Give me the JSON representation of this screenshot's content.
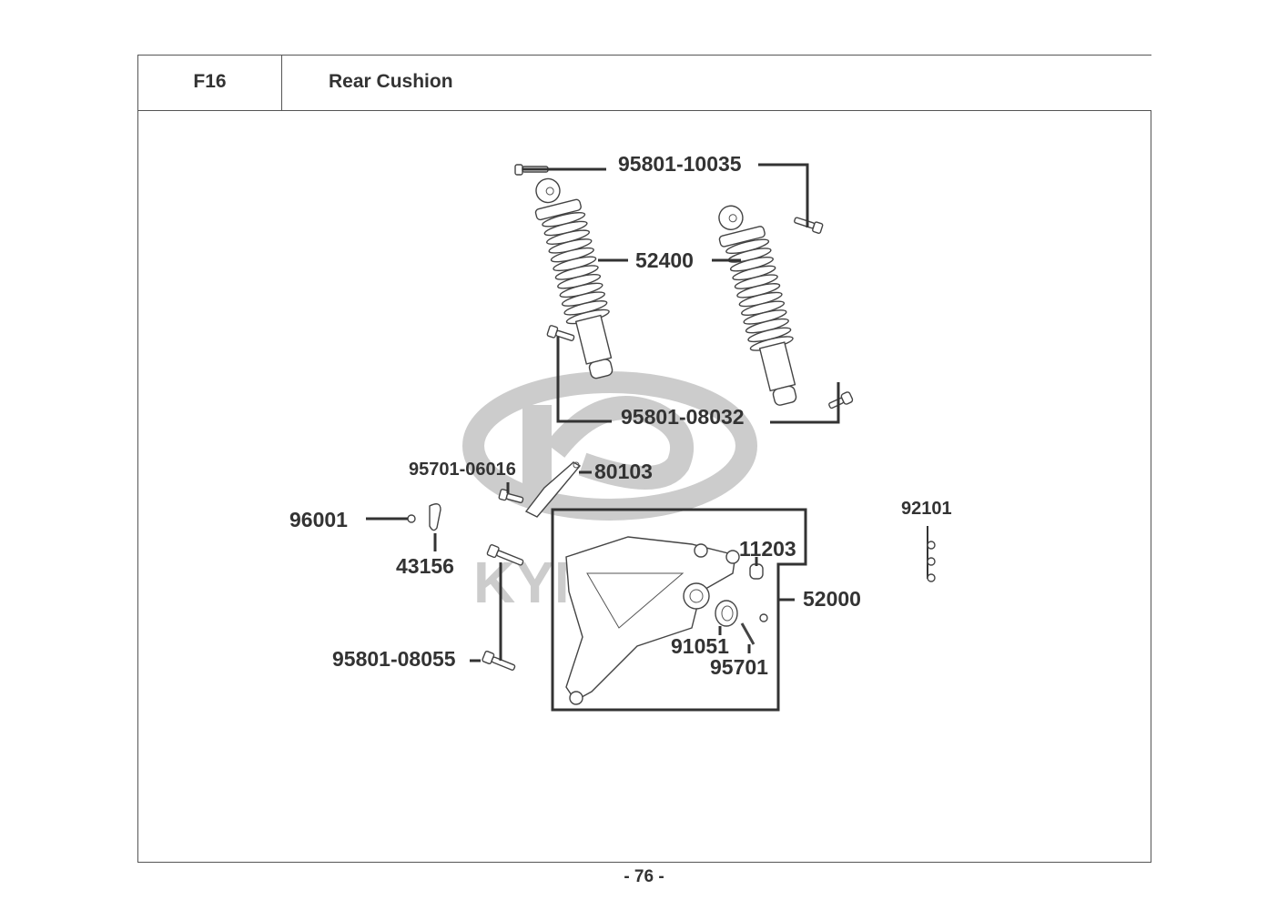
{
  "header": {
    "section_code": "F16",
    "section_title": "Rear Cushion"
  },
  "watermark": {
    "brand": "KYMCO",
    "color": "#cccccc"
  },
  "diagram": {
    "part_labels": [
      {
        "id": "95801-10035",
        "text": "95801-10035",
        "part": "shock-mount-bolt-upper"
      },
      {
        "id": "52400",
        "text": "52400",
        "part": "rear-shock-absorber"
      },
      {
        "id": "95801-08032",
        "text": "95801-08032",
        "part": "shock-mount-bolt-lower"
      },
      {
        "id": "95701-06016",
        "text": "95701-06016",
        "part": "bracket-bolt"
      },
      {
        "id": "80103",
        "text": "80103",
        "part": "bracket"
      },
      {
        "id": "96001",
        "text": "96001",
        "part": "small-bolt"
      },
      {
        "id": "43156",
        "text": "43156",
        "part": "hose-clamp"
      },
      {
        "id": "95801-08055",
        "text": "95801-08055",
        "part": "swing-arm-bolt"
      },
      {
        "id": "11203",
        "text": "11203",
        "part": "collar"
      },
      {
        "id": "52000",
        "text": "52000",
        "part": "rear-fork-assembly"
      },
      {
        "id": "91051",
        "text": "91051",
        "part": "bearing"
      },
      {
        "id": "95701",
        "text": "95701",
        "part": "stud-bolt"
      },
      {
        "id": "92101",
        "text": "92101",
        "part": "clip-strip"
      }
    ]
  },
  "footer": {
    "page_number": "- 76 -"
  }
}
